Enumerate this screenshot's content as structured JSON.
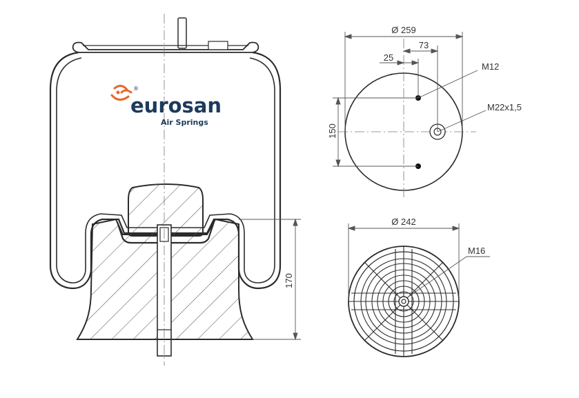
{
  "logo": {
    "name": "eurosan",
    "registered": "®",
    "tagline": "Air Springs",
    "colors": {
      "swirl": "#e8662b",
      "text": "#1d3a5c"
    }
  },
  "top_view": {
    "diameter_label": "Ø 259",
    "offset_small_label": "25",
    "offset_large_label": "73",
    "bolt_label": "M12",
    "air_fitting_label": "M22x1,5",
    "bolt_spacing_label": "150"
  },
  "bottom_view": {
    "diameter_label": "Ø 242",
    "bolt_label": "M16"
  },
  "side_view": {
    "height_label": "170"
  },
  "colors": {
    "line": "#2b2b2b",
    "thin": "#777777",
    "hatch": "#555555"
  }
}
